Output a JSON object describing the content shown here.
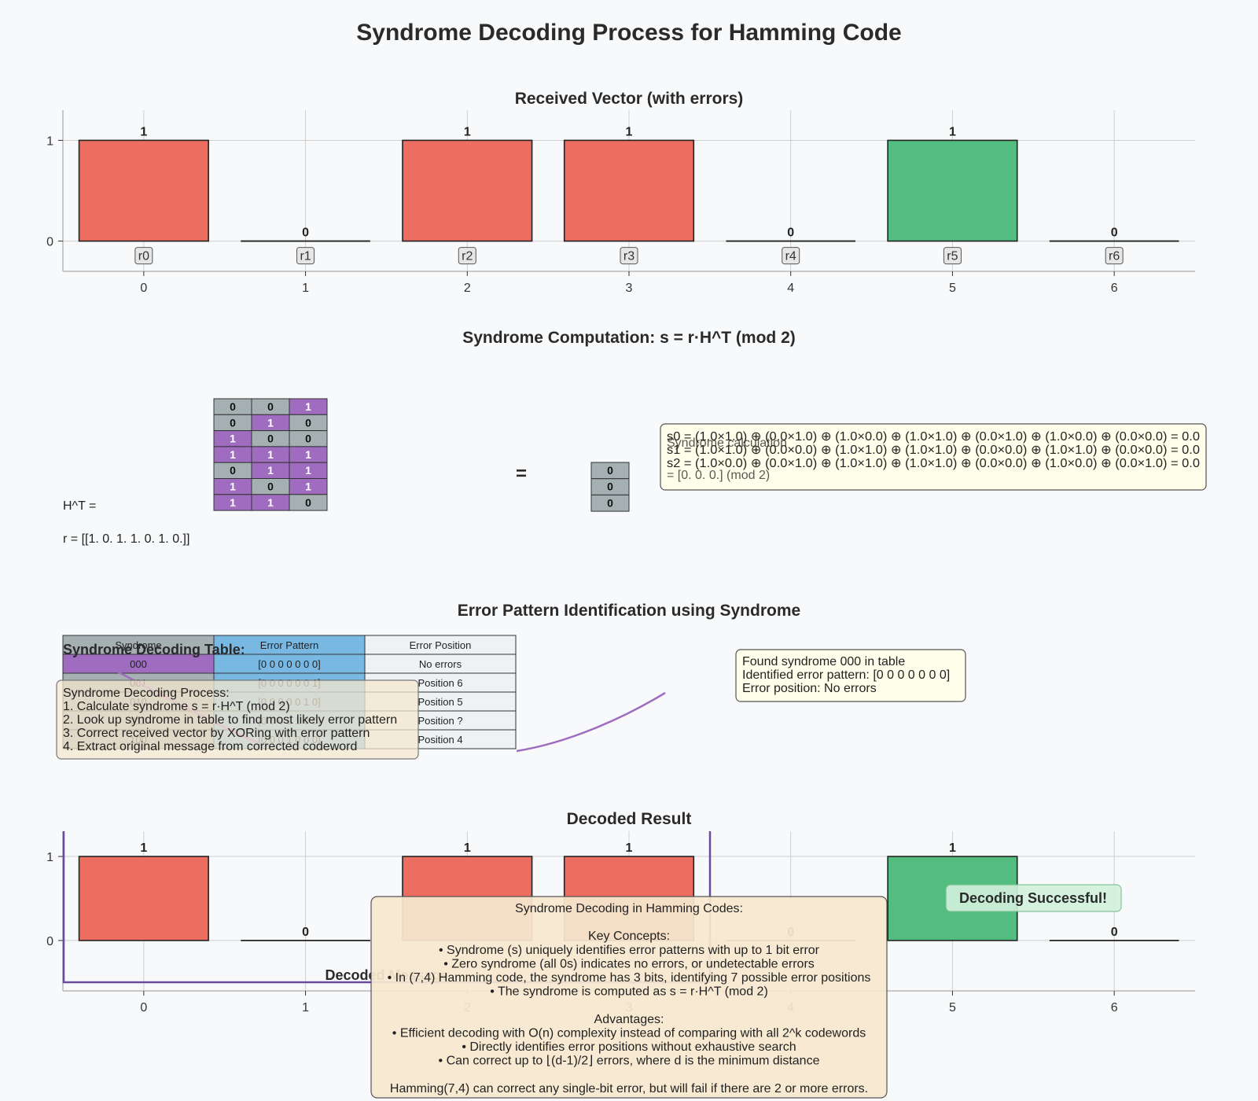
{
  "page_title": "Syndrome Decoding Process for Hamming Code",
  "colors": {
    "error_bar": "#ec6e61",
    "ok_bar": "#52bd7e",
    "purple": "#a06cc0",
    "purple_title": "#9b59b6",
    "gray_cell": "#a4b0b1",
    "blue_cell": "#7ab8e4",
    "light_cell": "#eef2f4",
    "note_bg": "#fefeea",
    "info_bg": "#f6e7cf",
    "success": "#2ecc71"
  },
  "received_chart": {
    "title": "Received Vector (with errors)",
    "labels": [
      "r0",
      "r1",
      "r2",
      "r3",
      "r4",
      "r5",
      "r6"
    ]
  },
  "syndrome_section": {
    "title": "Syndrome Computation: s = r·H^T (mod 2)",
    "ht_label": "H^T =",
    "r_label": "r = [[1. 0. 1. 1. 0. 1. 0.]]",
    "equals": "=",
    "ht_matrix": [
      [
        0,
        0,
        1
      ],
      [
        0,
        1,
        0
      ],
      [
        1,
        0,
        0
      ],
      [
        1,
        1,
        1
      ],
      [
        0,
        1,
        1
      ],
      [
        1,
        0,
        1
      ],
      [
        1,
        1,
        0
      ]
    ],
    "syndrome_vector": [
      0,
      0,
      0
    ],
    "calc_lines": [
      "s0 = (1.0×1.0) ⊕ (0.0×1.0) ⊕ (1.0×0.0) ⊕ (1.0×1.0) ⊕ (0.0×1.0) ⊕ (1.0×0.0) ⊕ (0.0×0.0) = 0.0",
      "s1 = (1.0×1.0) ⊕ (0.0×0.0) ⊕ (1.0×1.0) ⊕ (1.0×1.0) ⊕ (0.0×0.0) ⊕ (1.0×1.0) ⊕ (0.0×0.0) = 0.0",
      "s2 = (1.0×0.0) ⊕ (0.0×1.0) ⊕ (1.0×1.0) ⊕ (1.0×1.0) ⊕ (0.0×0.0) ⊕ (1.0×0.0) ⊕ (0.0×1.0) = 0.0"
    ],
    "calc_faded_title": "Syndrome calculation",
    "calc_faded_result": "= [0. 0. 0.] (mod 2)"
  },
  "error_section": {
    "title": "Error Pattern Identification using Syndrome",
    "table_title": "Syndrome Decoding Table:",
    "headers": [
      "Syndrome",
      "Error Pattern",
      "Error Position"
    ],
    "rows": [
      [
        "000",
        "[0 0 0 0 0 0 0]",
        "No errors"
      ],
      [
        "001",
        "[0 0 0 0 0 0 1]",
        "Position 6"
      ],
      [
        "010",
        "[0 0 0 0 0 1 0]",
        "Position 5"
      ],
      [
        "011",
        "[0 0 0 0 1 0 0]",
        "Position ?"
      ],
      [
        "100",
        "[0 0 0 1 0 0 0]",
        "Position 4"
      ]
    ],
    "process_lines": [
      "Syndrome Decoding Process:",
      "1. Calculate syndrome s = r·H^T (mod 2)",
      "2. Look up syndrome in table to find most likely error pattern",
      "3. Correct received vector by XORing with error pattern",
      "4. Extract original message from corrected codeword"
    ],
    "found_lines": [
      "Found syndrome 000 in table",
      "Identified error pattern: [0 0 0 0 0 0 0]",
      "Error position: No errors"
    ]
  },
  "decoded_chart": {
    "title": "Decoded Result",
    "message_label": "Decoded Message",
    "success_label": "Decoding Successful!"
  },
  "info_box": {
    "lines": [
      "Syndrome Decoding in Hamming Codes:",
      "",
      "Key Concepts:",
      "• Syndrome (s) uniquely identifies error patterns with up to 1 bit error",
      "• Zero syndrome (all 0s) indicates no errors, or undetectable errors",
      "• In (7,4) Hamming code, the syndrome has 3 bits, identifying 7 possible error positions",
      "• The syndrome is computed as s = r·H^T (mod 2)",
      "",
      "Advantages:",
      "• Efficient decoding with O(n) complexity instead of comparing with all 2^k codewords",
      "• Directly identifies error positions without exhaustive search",
      "• Can correct up to ⌊(d-1)/2⌋ errors, where d is the minimum distance",
      "",
      "Hamming(7,4) can correct any single-bit error, but will fail if there are 2 or more errors."
    ]
  },
  "chart_data": [
    {
      "type": "bar",
      "title": "Received Vector (with errors)",
      "categories": [
        0,
        1,
        2,
        3,
        4,
        5,
        6
      ],
      "values": [
        1,
        0,
        1,
        1,
        0,
        1,
        0
      ],
      "bar_labels": [
        "r0",
        "r1",
        "r2",
        "r3",
        "r4",
        "r5",
        "r6"
      ],
      "bar_colors": [
        "#ec6e61",
        "#ec6e61",
        "#ec6e61",
        "#ec6e61",
        "#ec6e61",
        "#52bd7e",
        "#52bd7e"
      ],
      "yticks": [
        0,
        1
      ],
      "xlim": [
        -0.5,
        6.5
      ],
      "ylim": [
        -0.3,
        1.3
      ],
      "grid": true
    },
    {
      "type": "bar",
      "title": "Decoded Result",
      "categories": [
        0,
        1,
        2,
        3,
        4,
        5,
        6
      ],
      "values": [
        1,
        0,
        1,
        1,
        0,
        1,
        0
      ],
      "bar_colors": [
        "#ec6e61",
        "#ec6e61",
        "#ec6e61",
        "#ec6e61",
        "#ec6e61",
        "#52bd7e",
        "#52bd7e"
      ],
      "yticks": [
        0,
        1
      ],
      "xlim": [
        -0.5,
        6.5
      ],
      "ylim": [
        -0.6,
        1.3
      ],
      "grid": true
    }
  ]
}
